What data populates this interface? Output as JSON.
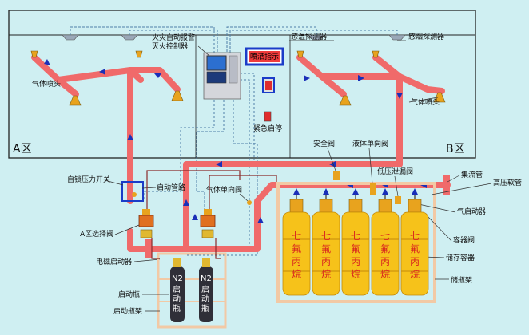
{
  "zones": {
    "a": "A区",
    "b": "B区"
  },
  "controller": {
    "title_line1": "火灾自动报警",
    "title_line2": "灭火控制器"
  },
  "indicator": {
    "label": "喷洒指示"
  },
  "detectors": {
    "temperature": "感温探测器",
    "smoke": "感烟探测器"
  },
  "labels": {
    "nozzle_a": "气体喷头",
    "nozzle_b": "气体喷头",
    "emergency_stop": "紧急启停",
    "safety_valve": "安全阀",
    "liquid_check_valve": "液体单向阀",
    "low_pressure_relief_valve": "低压泄漏阀",
    "manifold": "集流管",
    "high_pressure_hose": "高压软管",
    "gas_actuator": "气启动器",
    "container_valve": "容器阀",
    "storage_container": "储存容器",
    "storage_rack": "储瓶架",
    "self_lock_switch": "自锁压力开关",
    "start_pipe": "启动管路",
    "gas_check_valve": "气体单向阀",
    "zone_a_selector_valve": "A区选择阀",
    "solenoid_actuator": "电磁启动器",
    "start_bottle": "启动瓶",
    "start_bottle_rack": "启动瓶架"
  },
  "cylinder_label": [
    "七",
    "氟",
    "丙",
    "烷"
  ],
  "start_bottles": [
    {
      "line1": "N2",
      "line2": "启",
      "line3": "动",
      "line4": "瓶"
    },
    {
      "line1": "N2",
      "line2": "启",
      "line3": "动",
      "line4": "瓶"
    }
  ],
  "colors": {
    "background": "#cfeff2",
    "pipe": "#f06a6a",
    "arrow": "#1a2fb8",
    "cylinder": "#f6c21a",
    "cylinder_text": "#d8241f",
    "rack_frame": "#f2c9a5",
    "start_bottle": "#2f2f38"
  }
}
